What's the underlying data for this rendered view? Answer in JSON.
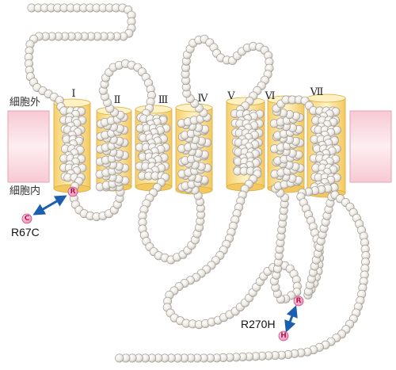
{
  "regions": {
    "extracellular": "細胞外",
    "intracellular": "細胞内"
  },
  "helices": [
    "Ⅰ",
    "Ⅱ",
    "Ⅲ",
    "Ⅳ",
    "Ⅴ",
    "Ⅵ",
    "Ⅶ"
  ],
  "mutations": [
    {
      "label": "R67C",
      "wild": "R",
      "mutant": "C"
    },
    {
      "label": "R270H",
      "wild": "R",
      "mutant": "H"
    }
  ],
  "colors": {
    "membrane": "#fbe3e8",
    "helix_fill": "#fde6a6",
    "bead": "#ece9e4",
    "mutation_bead": "#f7b4cd",
    "arrow": "#1c5fb0"
  }
}
